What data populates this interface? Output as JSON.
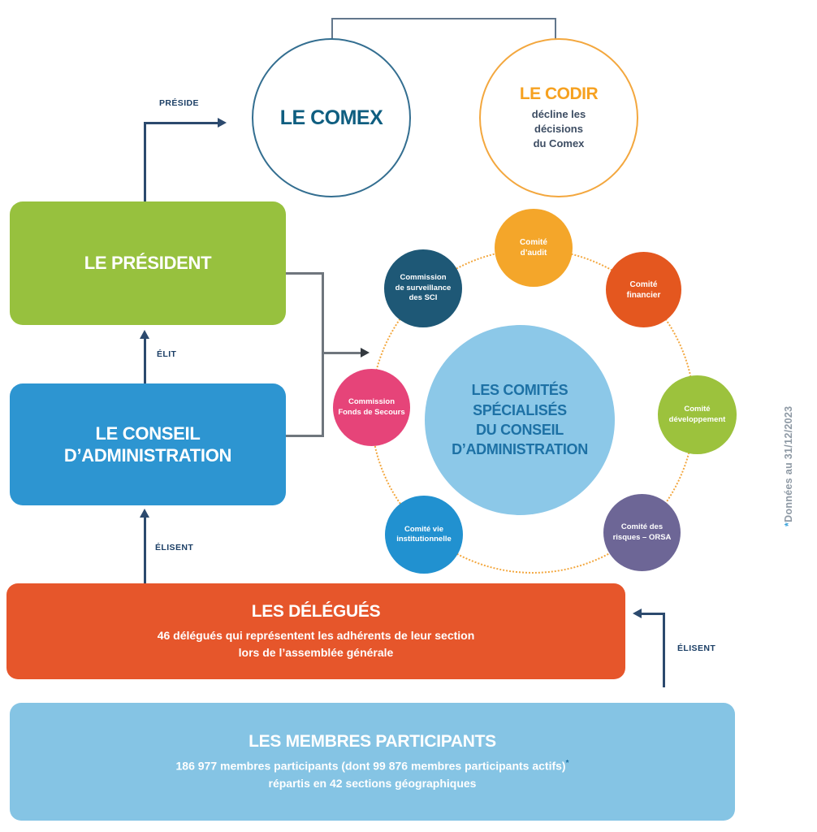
{
  "palette": {
    "navy_arrow": "#2c4a6e",
    "bracket_blue_gray": "#62778c",
    "connector_gray": "#6f767d",
    "comex_border": "#336e90",
    "comex_text": "#0f5e80",
    "codir_accent": "#f6a120",
    "codir_border": "#f3a73e",
    "president_green": "#97c13e",
    "conseil_blue": "#2d95d1",
    "delegues_orange": "#e6562b",
    "membres_light_blue": "#85c4e4",
    "hub_fill": "#8cc8e8",
    "hub_text": "#1d71a5",
    "ring_dotted_orange": "#f3a73e",
    "note_text": "#8e99a4",
    "note_asterisk": "#41a5db"
  },
  "top": {
    "comex_label": "LE COMEX",
    "codir_title": "LE CODIR",
    "codir_body": [
      "décline les",
      "décisions",
      "du Comex"
    ]
  },
  "labels": {
    "preside": "PRÉSIDE",
    "elit": "ÉLIT",
    "elisent_left": "ÉLISENT",
    "elisent_right": "ÉLISENT"
  },
  "boxes": {
    "president": {
      "title": "LE PRÉSIDENT",
      "color": "#97c13e"
    },
    "conseil": {
      "title": "LE CONSEIL D’ADMINISTRATION",
      "color": "#2d95d1"
    },
    "delegues": {
      "title": "LES DÉLÉGUÉS",
      "body": [
        "46 délégués qui représentent les adhérents de leur section",
        "lors de l’assemblée générale"
      ],
      "color": "#e6562b"
    },
    "membres": {
      "title": "LES MEMBRES PARTICIPANTS",
      "body_line1": "186 977 membres participants (dont 99 876 membres participants actifs)",
      "body_asterisk": "*",
      "body_line2": "répartis en 42 sections géographiques",
      "color": "#85c4e4"
    }
  },
  "hub": {
    "title": [
      "LES COMITÉS",
      "SPÉCIALISÉS",
      "DU CONSEIL",
      "D’ADMINISTRATION"
    ],
    "fill": "#8cc8e8",
    "satellites": [
      {
        "id": "comite-audit",
        "label": [
          "Comité",
          "d’audit"
        ],
        "color": "#f4a62a"
      },
      {
        "id": "comite-financier",
        "label": [
          "Comité",
          "financier"
        ],
        "color": "#e4571f"
      },
      {
        "id": "comite-developpement",
        "label": [
          "Comité",
          "développement"
        ],
        "color": "#9cc23d"
      },
      {
        "id": "comite-risques-orsa",
        "label": [
          "Comité des",
          "risques – ORSA"
        ],
        "color": "#6d6696"
      },
      {
        "id": "comite-vie-institutionnelle",
        "label": [
          "Comité vie",
          "institutionnelle"
        ],
        "color": "#2191d0"
      },
      {
        "id": "commission-fonds-secours",
        "label": [
          "Commission",
          "Fonds de Secours"
        ],
        "color": "#e64479"
      },
      {
        "id": "commission-surveillance-sci",
        "label": [
          "Commission",
          "de surveillance",
          "des SCI"
        ],
        "color": "#1e5876"
      }
    ]
  },
  "note": {
    "asterisk": "*",
    "text": "Données au 31/12/2023"
  }
}
